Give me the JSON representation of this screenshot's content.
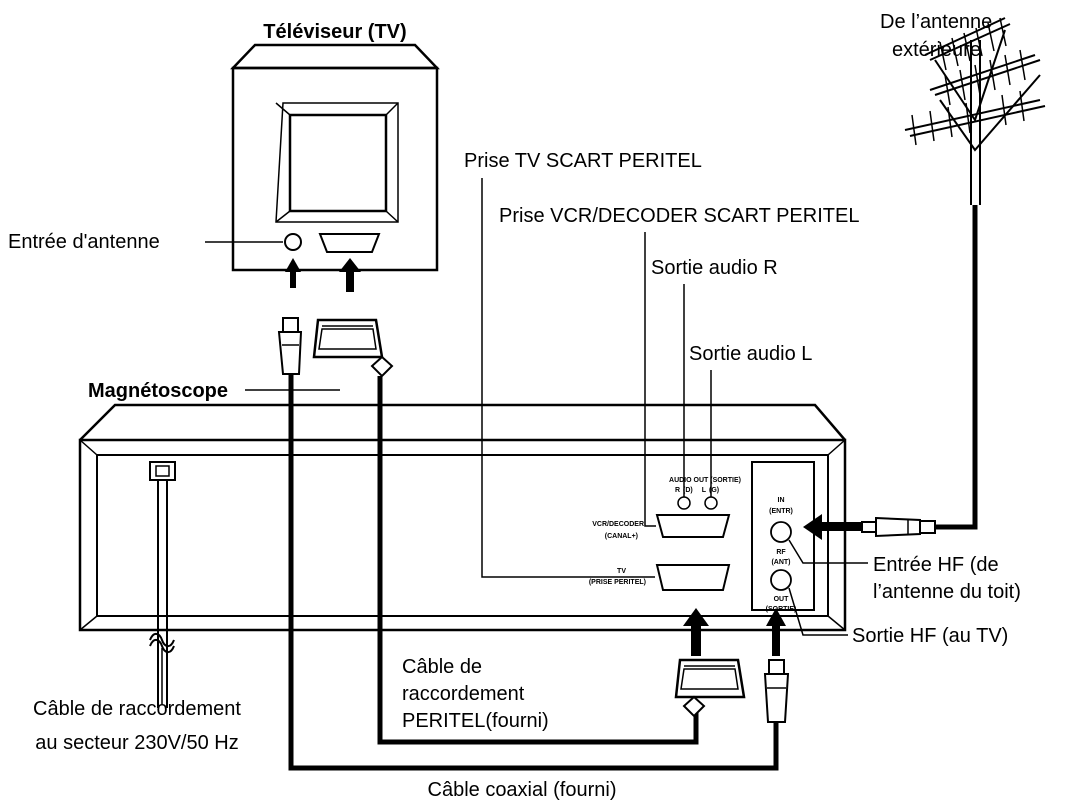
{
  "labels": {
    "tv_title": "Téléviseur (TV)",
    "antenna_src_line1": "De l’antenne",
    "antenna_src_line2": "extérieure",
    "tv_scart": "Prise TV SCART PERITEL",
    "vcr_decoder_scart": "Prise VCR/DECODER SCART PERITEL",
    "antenna_input": "Entrée d'antenne",
    "audio_out_r": "Sortie audio R",
    "audio_out_l": "Sortie audio L",
    "vcr": "Magnétoscope",
    "rf_in_line1": "Entrée HF (de",
    "rf_in_line2": "l’antenne du toit)",
    "rf_out": "Sortie HF (au TV)",
    "scart_cable_line1": "Câble de",
    "scart_cable_line2": "raccordement",
    "scart_cable_line3": "PERITEL(fourni)",
    "power_cable_line1": "Câble de raccordement",
    "power_cable_line2": "au secteur 230V/50 Hz",
    "coax_cable": "Câble coaxial (fourni)"
  },
  "panel": {
    "audio_out": "AUDIO OUT (SORTIE)",
    "r": "R",
    "d": "(D)",
    "l": "L",
    "g": "(G)",
    "vcr_decoder": "VCR/DECODER",
    "canal": "(CANAL+)",
    "tv": "TV",
    "prise_peritel": "(PRISE PERITEL)",
    "in": "IN",
    "entr": "(ENTR)",
    "rf": "RF",
    "ant": "(ANT)",
    "out": "OUT",
    "sortie": "(SORTIE)"
  }
}
